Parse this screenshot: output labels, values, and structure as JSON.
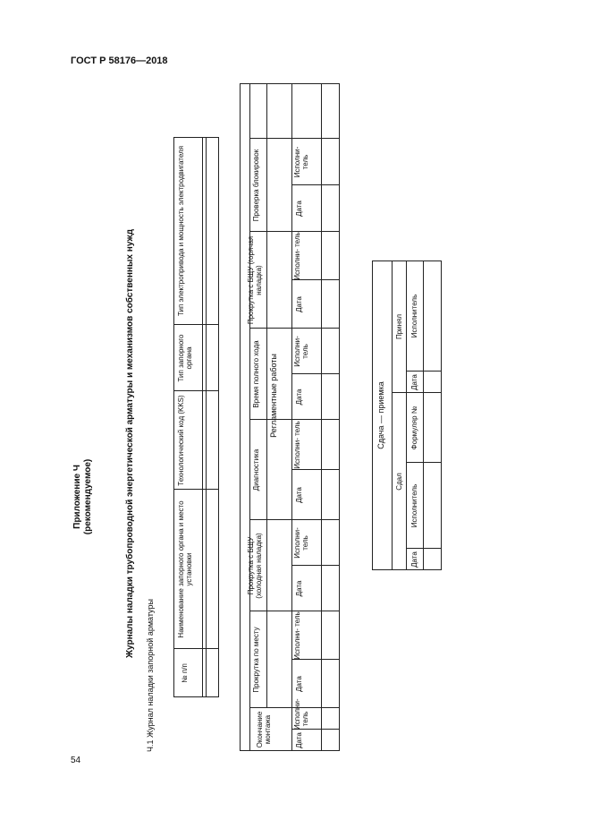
{
  "header": {
    "standard": "ГОСТ Р 58176—2018",
    "page": "54"
  },
  "appendix": {
    "title": "Приложение Ч",
    "status": "(рекомендуемое)"
  },
  "main_title": "Журналы наладки трубопроводной энергетической арматуры и механизмов собственных нужд",
  "section": "Ч.1 Журнал наладки запорной арматуры",
  "table1": {
    "headers": [
      "№ п/п",
      "Наименование запорного органа и место установки",
      "Технологический код (KKS)",
      "Тип запорного органа",
      "Тип электропривода и мощность электродвигателя"
    ]
  },
  "table2": {
    "group": "Регламентные работы",
    "columns": [
      "Окончание монтажа",
      "Прокрутка по месту",
      "Прокрутка с БЩУ (холодная наладка)",
      "Диагностика",
      "Время полного хода",
      "Прокрутка с БЩУ (горячая наладка)",
      "Проверка блокировок"
    ],
    "sub": [
      "Дата",
      "Исполни- тель"
    ]
  },
  "table3": {
    "title": "Сдача — приемка",
    "group_sent": "Сдал",
    "group_recv": "Принял",
    "cols": [
      "Дата",
      "Исполнитель",
      "Формуляр №",
      "Дата",
      "Исполнитель"
    ]
  }
}
